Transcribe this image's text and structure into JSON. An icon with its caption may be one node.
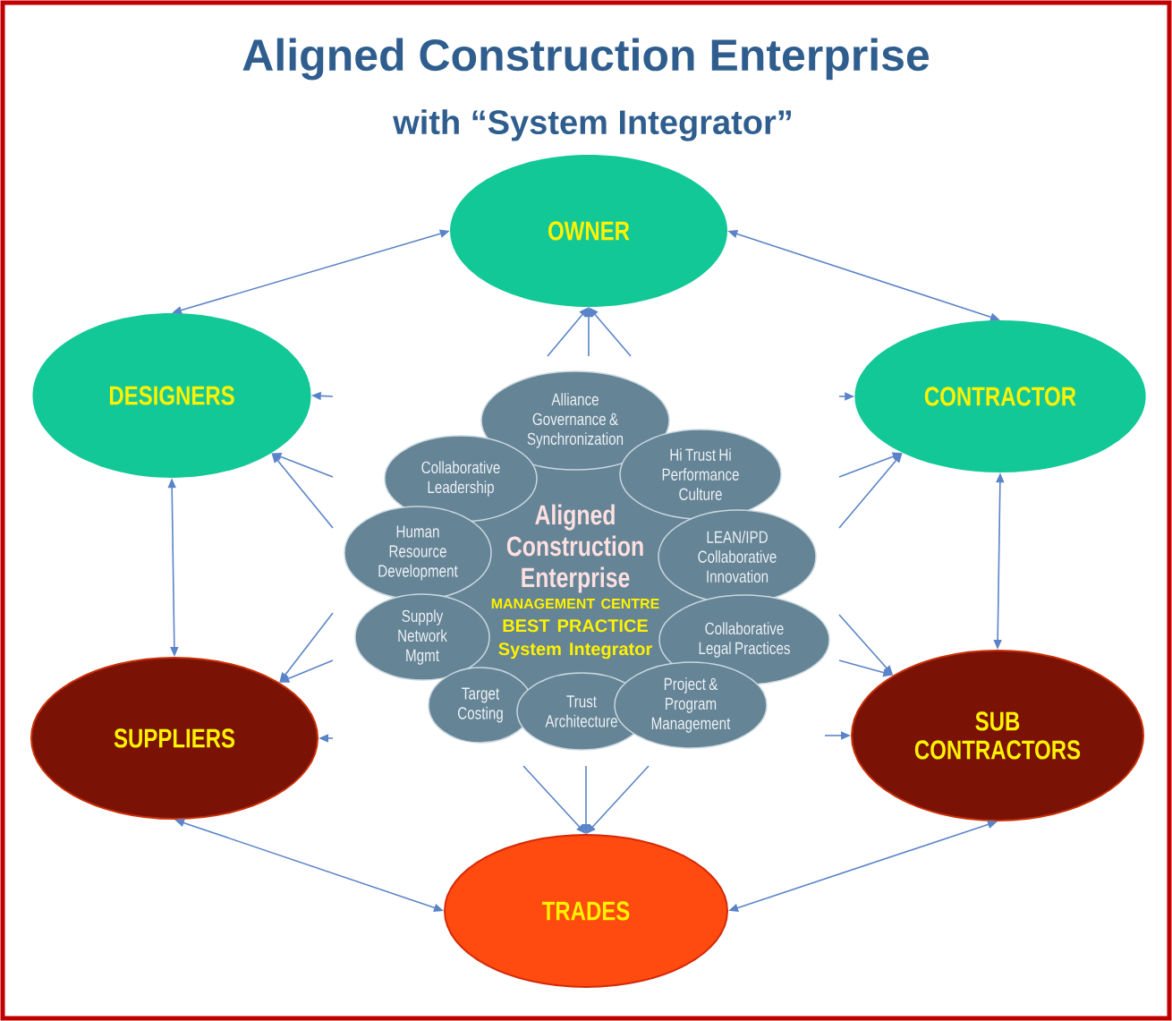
{
  "diagram": {
    "title": "Aligned Construction Enterprise",
    "nodes": [
      {
        "text": [
          "OWNER"
        ]
      },
      {
        "text": [
          "DESIGNERS"
        ]
      },
      {
        "text": [
          "CONTRACTOR"
        ]
      },
      {
        "text": [
          "SUPPLIERS"
        ]
      },
      {
        "text": [
          "SUB CONTRACTORS"
        ]
      },
      {
        "text": [
          "TRADES"
        ]
      },
      {
        "text": [
          "Aligned Construction Enterprise",
          "MANAGEMENT CENTRE",
          "BEST PRACTICE",
          "System Integrator"
        ]
      },
      {
        "text": [
          "Alliance Governance & Synchronization"
        ]
      },
      {
        "text": [
          "Collaborative Leadership"
        ]
      },
      {
        "text": [
          "Hi Trust Hi Performance Culture"
        ]
      },
      {
        "text": [
          "Human Resource Development"
        ]
      },
      {
        "text": [
          "LEAN/IPD Collaborative Innovation"
        ]
      },
      {
        "text": [
          "Supply Network Mgmt"
        ]
      },
      {
        "text": [
          "Collaborative Legal Practices"
        ]
      },
      {
        "text": [
          "Target Costing"
        ]
      },
      {
        "text": [
          "Trust Architecture"
        ]
      },
      {
        "text": [
          "Project & Program Management"
        ]
      }
    ],
    "edges": [
      {
        "from": 0,
        "to": 1,
        "arrow": "both"
      },
      {
        "from": 0,
        "to": 2,
        "arrow": "both"
      },
      {
        "from": 1,
        "to": 3,
        "arrow": "both"
      },
      {
        "from": 2,
        "to": 4,
        "arrow": "both"
      },
      {
        "from": 3,
        "to": 5,
        "arrow": "both"
      },
      {
        "from": 4,
        "to": 5,
        "arrow": "both"
      },
      {
        "from": null,
        "to": 0,
        "arrow": "to"
      },
      {
        "from": null,
        "to": 0,
        "arrow": "to"
      },
      {
        "from": null,
        "to": 0,
        "arrow": "to"
      },
      {
        "from": null,
        "to": 1,
        "arrow": "to"
      },
      {
        "from": null,
        "to": 1,
        "arrow": "to"
      },
      {
        "from": null,
        "to": 1,
        "arrow": "to"
      },
      {
        "from": null,
        "to": 2,
        "arrow": "to"
      },
      {
        "from": null,
        "to": 2,
        "arrow": "to"
      },
      {
        "from": null,
        "to": 2,
        "arrow": "to"
      },
      {
        "from": null,
        "to": 3,
        "arrow": "to"
      },
      {
        "from": null,
        "to": 3,
        "arrow": "to"
      },
      {
        "from": null,
        "to": 3,
        "arrow": "to"
      },
      {
        "from": null,
        "to": 4,
        "arrow": "to"
      },
      {
        "from": null,
        "to": 4,
        "arrow": "to"
      },
      {
        "from": null,
        "to": 4,
        "arrow": "to"
      },
      {
        "from": null,
        "to": 5,
        "arrow": "to"
      },
      {
        "from": null,
        "to": 5,
        "arrow": "to"
      },
      {
        "from": null,
        "to": 5,
        "arrow": "to"
      }
    ],
    "labels": [
      "with “System Integrator”"
    ]
  }
}
